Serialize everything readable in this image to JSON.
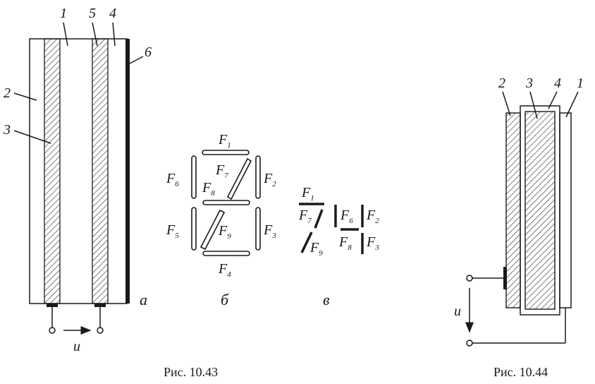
{
  "fig_10_43": {
    "caption": "Рис. 10.43",
    "part_a": {
      "labels": [
        "1",
        "2",
        "3",
        "4",
        "5",
        "6"
      ],
      "panel_letter": "а",
      "voltage": "u"
    },
    "part_b": {
      "panel_letter": "б",
      "segments": {
        "F1": {
          "base": "F",
          "sub": "1"
        },
        "F2": {
          "base": "F",
          "sub": "2"
        },
        "F3": {
          "base": "F",
          "sub": "3"
        },
        "F4": {
          "base": "F",
          "sub": "4"
        },
        "F5": {
          "base": "F",
          "sub": "5"
        },
        "F6": {
          "base": "F",
          "sub": "6"
        },
        "F7": {
          "base": "F",
          "sub": "7"
        },
        "F8": {
          "base": "F",
          "sub": "8"
        },
        "F9": {
          "base": "F",
          "sub": "9"
        }
      }
    },
    "part_v": {
      "panel_letter": "в",
      "labels": {
        "F1": {
          "base": "F",
          "sub": "1"
        },
        "F7": {
          "base": "F",
          "sub": "7"
        },
        "F9": {
          "base": "F",
          "sub": "9"
        },
        "F6": {
          "base": "F",
          "sub": "6"
        },
        "F2": {
          "base": "F",
          "sub": "2"
        },
        "F8": {
          "base": "F",
          "sub": "8"
        },
        "F3": {
          "base": "F",
          "sub": "3"
        }
      }
    }
  },
  "fig_10_44": {
    "caption": "Рис. 10.44",
    "labels": [
      "2",
      "3",
      "4",
      "1"
    ],
    "voltage": "u"
  }
}
